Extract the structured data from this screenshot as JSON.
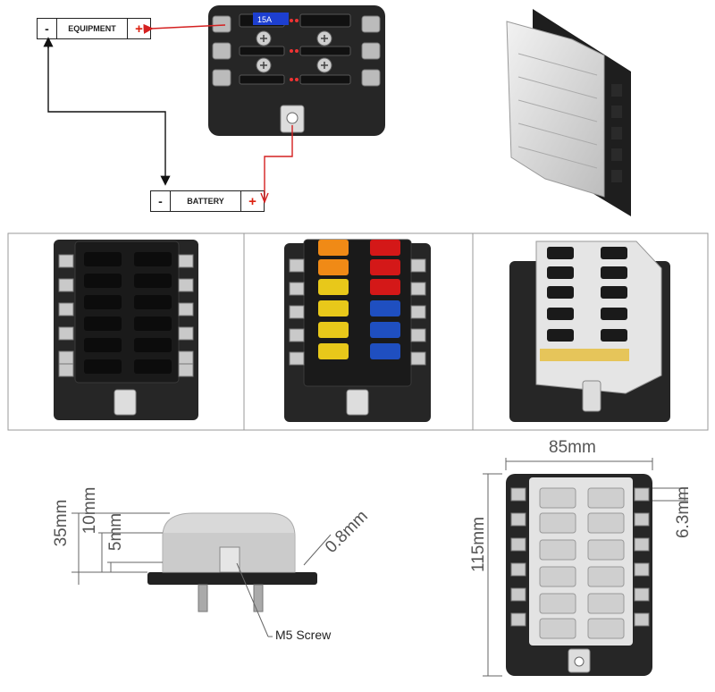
{
  "wiring": {
    "equipment_label": "EQUIPMENT",
    "battery_label": "BATTERY",
    "minus_symbol": "-",
    "plus_symbol": "+",
    "fuse_rating": "15A",
    "wire_positive_color": "#d42020",
    "wire_negative_color": "#111111"
  },
  "dimensions": {
    "width": "85mm",
    "height": "115mm",
    "total_height": "35mm",
    "base_height": "10mm",
    "plate_height": "5mm",
    "terminal_thickness": "0.8mm",
    "terminal_width": "6.3mm",
    "screw_label": "M5 Screw"
  },
  "colors": {
    "block_body": "#2a2a2a",
    "cover": "#d8d8d8",
    "fuse_orange": "#f08a16",
    "fuse_red": "#d41818",
    "fuse_yellow": "#e8c81a",
    "fuse_blue": "#1f4fc0"
  }
}
